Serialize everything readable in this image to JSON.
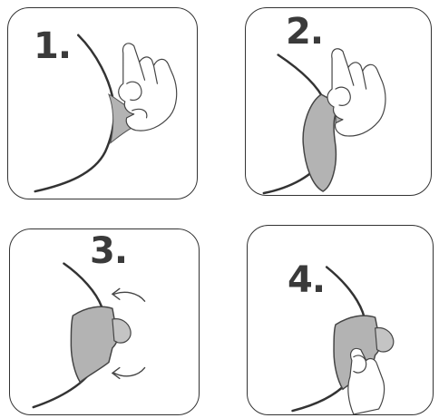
{
  "steps": [
    {
      "number": "1."
    },
    {
      "number": "2."
    },
    {
      "number": "3."
    },
    {
      "number": "4."
    }
  ],
  "colors": {
    "outline": "#333333",
    "shield_fill": "#b3b3b3",
    "skin_fill": "#ffffff"
  },
  "icons": [
    "hand-icon",
    "breast-outline",
    "nipple-shield-shape",
    "rotate-arrow-icon"
  ]
}
